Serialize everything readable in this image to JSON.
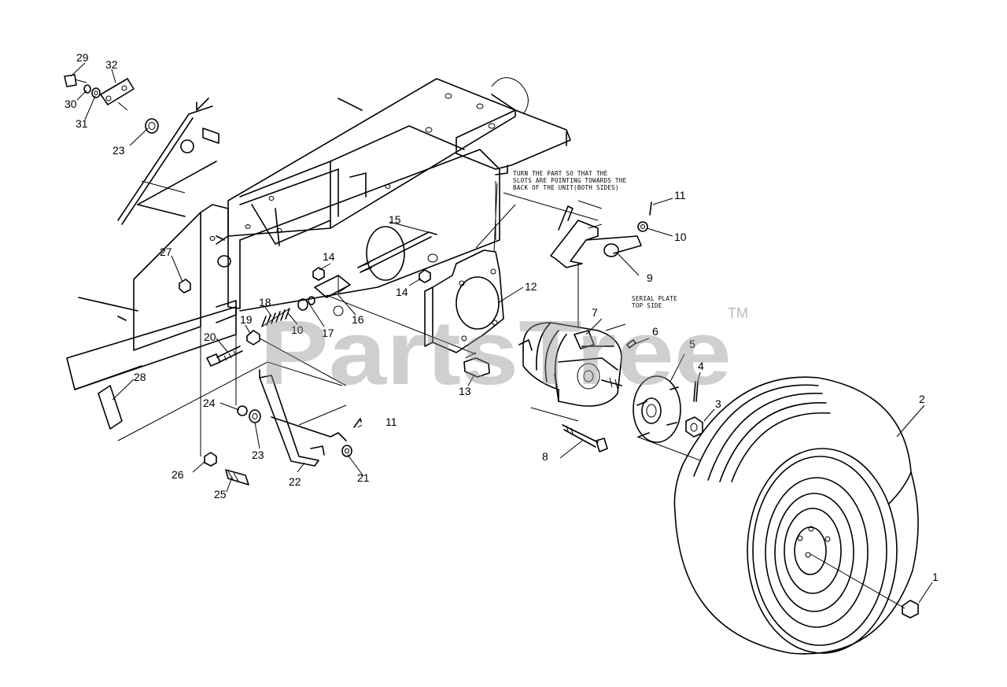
{
  "watermark": {
    "text": "PartsTree",
    "trademark": "TM"
  },
  "notes": {
    "slot_line_1": "TURN THE PART SO THAT THE",
    "slot_line_2": "SLOTS ARE POINTING TOWARDS THE",
    "slot_line_3": "BACK OF THE UNIT(BOTH SIDES)",
    "serial_line_1": "SERIAL PLATE",
    "serial_line_2": "TOP SIDE"
  },
  "callouts": {
    "c1": "1",
    "c2": "2",
    "c3": "3",
    "c4": "4",
    "c5": "5",
    "c6": "6",
    "c7": "7",
    "c8": "8",
    "c9": "9",
    "c10a": "10",
    "c10b": "10",
    "c11a": "11",
    "c11b": "11",
    "c12": "12",
    "c13": "13",
    "c14a": "14",
    "c14b": "14",
    "c15": "15",
    "c16": "16",
    "c17": "17",
    "c18": "18",
    "c19": "19",
    "c20": "20",
    "c21": "21",
    "c22": "22",
    "c23a": "23",
    "c23b": "23",
    "c24": "24",
    "c25": "25",
    "c26": "26",
    "c27": "27",
    "c28": "28",
    "c29": "29",
    "c30": "30",
    "c31": "31",
    "c32": "32"
  }
}
